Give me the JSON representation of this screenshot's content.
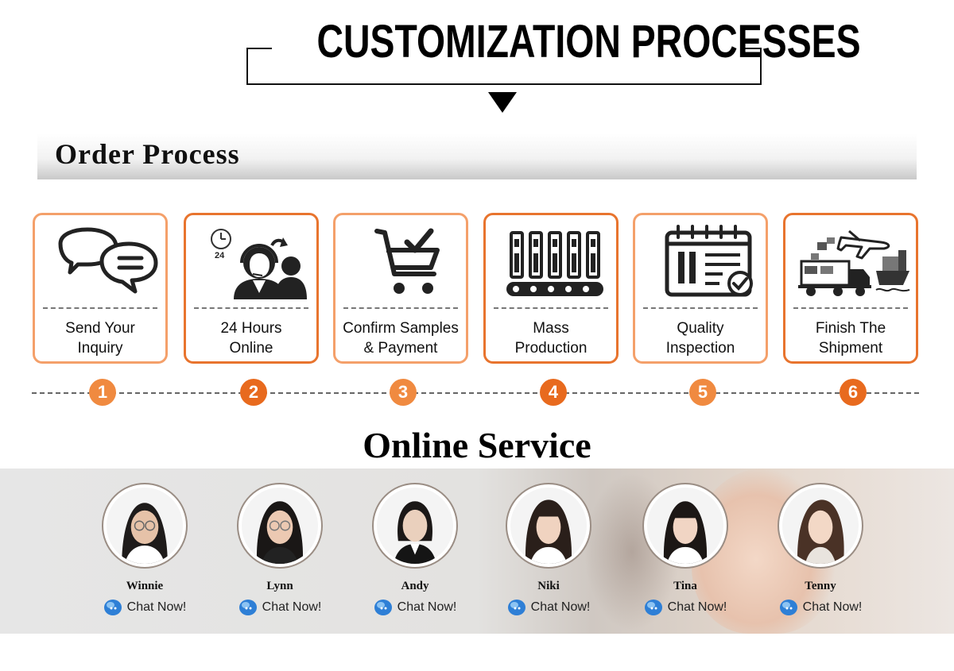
{
  "header": {
    "title": "CUSTOMIZATION PROCESSES"
  },
  "order": {
    "title": "Order Process"
  },
  "steps": [
    {
      "number": "1",
      "label": "Send Your\nInquiry",
      "icon": "chat-bubbles-icon"
    },
    {
      "number": "2",
      "label": "24 Hours\nOnline",
      "icon": "customer-service-icon"
    },
    {
      "number": "3",
      "label": "Confirm Samples\n& Payment",
      "icon": "shopping-cart-check-icon"
    },
    {
      "number": "4",
      "label": "Mass\nProduction",
      "icon": "production-line-icon"
    },
    {
      "number": "5",
      "label": "Quality\nInspection",
      "icon": "calendar-check-icon"
    },
    {
      "number": "6",
      "label": "Finish The\nShipment",
      "icon": "shipping-icon"
    }
  ],
  "icon_clock_text": "24",
  "service": {
    "title": "Online Service",
    "chat_label": "Chat Now!",
    "agents": [
      {
        "name": "Winnie"
      },
      {
        "name": "Lynn"
      },
      {
        "name": "Andy"
      },
      {
        "name": "Niki"
      },
      {
        "name": "Tina"
      },
      {
        "name": "Tenny"
      }
    ]
  },
  "colors": {
    "card_border_light": "#f4a06a",
    "card_border_dark": "#e8742e",
    "number_light": "#f08a40",
    "number_dark": "#e86a1e"
  }
}
